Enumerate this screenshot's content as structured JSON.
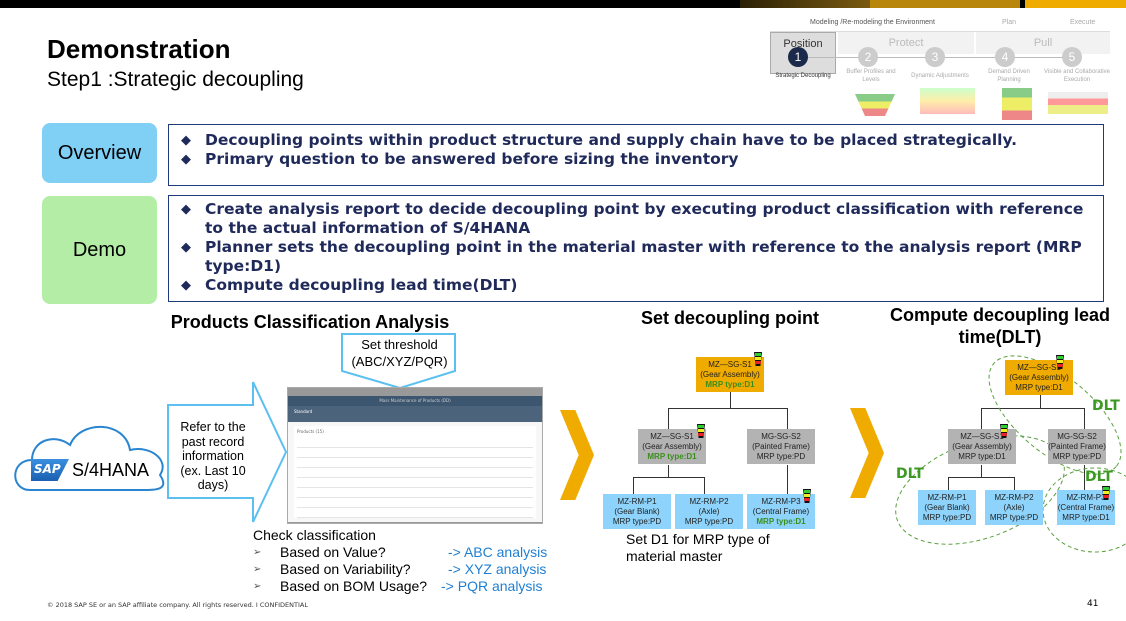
{
  "header": {
    "title": "Demonstration",
    "subtitle": "Step1 :Strategic decoupling"
  },
  "ddmrp": {
    "section": "Modeling /Re-modeling the Environment",
    "plan": "Plan",
    "execute": "Execute",
    "phases": [
      "Position",
      "Protect",
      "Pull"
    ],
    "steps": [
      {
        "num": "1",
        "label": "Strategic Decoupling"
      },
      {
        "num": "2",
        "label": "Buffer Profiles and Levels"
      },
      {
        "num": "3",
        "label": "Dynamic Adjustments"
      },
      {
        "num": "4",
        "label": "Demand Driven Planning"
      },
      {
        "num": "5",
        "label": "Visible and Collaborative Execution"
      }
    ]
  },
  "overview": {
    "label": "Overview",
    "bullets": [
      "Decoupling points within product structure and  supply chain have to be placed strategically.",
      "Primary question to be answered before sizing the inventory"
    ]
  },
  "demo": {
    "label": "Demo",
    "bullets": [
      "Create analysis report to decide decoupling point by executing product classification with reference to the actual information of S/4HANA",
      "Planner sets the decoupling point in the material master with reference to the analysis report (MRP type:D1)",
      "Compute decoupling lead time(DLT)"
    ]
  },
  "analysis": {
    "title": "Products Classification Analysis",
    "threshold": "Set threshold (ABC/XYZ/PQR)",
    "refer": "Refer to the past record information (ex. Last 10 days)",
    "sap_logo": "SAP",
    "s4": "S/4HANA",
    "app_title": "Mass Maintenance of Products (DD)",
    "variant": "Standard",
    "list_title": "Products (15)",
    "check_title": "Check classification",
    "checks": [
      {
        "q": "Based on Value?",
        "a": "-> ABC analysis"
      },
      {
        "q": "Based on Variability?",
        "a": "-> XYZ analysis"
      },
      {
        "q": "Based on BOM Usage?",
        "a": "-> PQR analysis"
      }
    ]
  },
  "setpoint": {
    "title": "Set decoupling point",
    "note": "Set D1 for MRP type of material master"
  },
  "compute": {
    "title": "Compute decoupling lead time(DLT)",
    "dlt": "DLT"
  },
  "nodes": {
    "top": {
      "id": "MZ—SG-S1",
      "desc": "(Gear Assembly)",
      "mrp": "MRP type:D1"
    },
    "mid1": {
      "id": "MZ—SG-S1",
      "desc": "(Gear Assembly)",
      "mrp": "MRP type:D1"
    },
    "mid2": {
      "id": "MG-SG-S2",
      "desc": "(Painted Frame)",
      "mrp": "MRP type:PD"
    },
    "p1": {
      "id": "MZ-RM-P1",
      "desc": "(Gear Blank)",
      "mrp": "MRP type:PD"
    },
    "p2": {
      "id": "MZ-RM-P2",
      "desc": "(Axle)",
      "mrp": "MRP type:PD"
    },
    "p3": {
      "id": "MZ-RM-P3",
      "desc": "(Central Frame)",
      "mrp": "MRP type:D1"
    }
  },
  "footer": {
    "copyright": "© 2018 SAP SE or an SAP affiliate company. All rights reserved.  I  CONFIDENTIAL",
    "page": "41"
  }
}
